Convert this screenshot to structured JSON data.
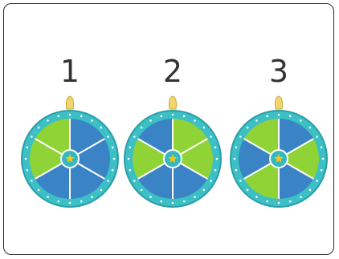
{
  "wheels": [
    {
      "label": "1",
      "sectors": [
        "blue",
        "blue",
        "blue",
        "blue",
        "green",
        "green"
      ]
    },
    {
      "label": "2",
      "sectors": [
        "green",
        "green",
        "blue",
        "blue",
        "green",
        "blue"
      ]
    },
    {
      "label": "3",
      "sectors": [
        "blue",
        "green",
        "blue",
        "green",
        "blue",
        "green"
      ]
    }
  ],
  "colors": {
    "blue": "#3a83c5",
    "green": "#8fd336",
    "rim": "#3cc0c5",
    "rim_dark": "#2a9ea6",
    "hub": "#36b8bf",
    "star": "#f5c518",
    "pointer": "#f2d56b",
    "divider": "#ffffff",
    "number_text": "#333333",
    "frame_border": "#2a2a2a"
  },
  "icons": {
    "hub": "star-icon",
    "pointer": "pointer-icon"
  }
}
